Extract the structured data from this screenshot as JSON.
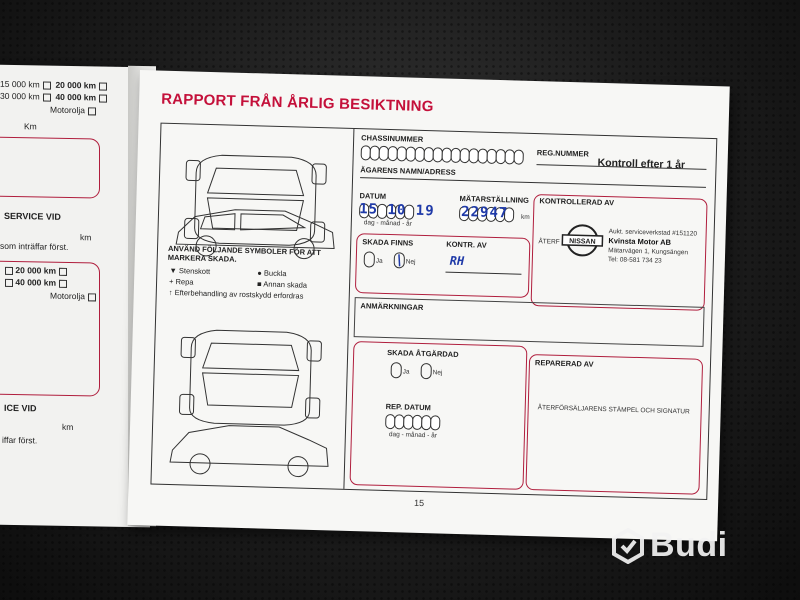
{
  "left_page": {
    "rows_top": [
      {
        "km_a": "15 000 km",
        "km_b": "20 000 km"
      },
      {
        "km_a": "30 000 km",
        "km_b": "40 000 km"
      }
    ],
    "motorolja_1": "Motorolja",
    "km_unit_1": "Km",
    "service_vid_1": "SERVICE VID",
    "km_unit_2": "km",
    "inträffar_1": "som inträffar först.",
    "rows_mid": [
      {
        "km_b": "20 000 km"
      },
      {
        "km_b": "40 000 km"
      }
    ],
    "motorolja_2": "Motorolja",
    "service_vid_2": "ICE VID",
    "km_unit_3": "km",
    "inträffar_2": "iffar först."
  },
  "report": {
    "title": "RAPPORT FRÅN ÅRLIG BESIKTNING",
    "subtitle": "Kontroll efter 1 år",
    "legend_title": "ANVÄND FÖLJANDE SYMBOLER FÖR ATT MARKERA SKADA.",
    "legend": [
      {
        "symbol": "▼",
        "label": "Stenskott"
      },
      {
        "symbol": "+",
        "label": "Repa"
      },
      {
        "symbol": "↑",
        "label": "Efterbehandling av rostskydd erfordras"
      },
      {
        "symbol": "●",
        "label": "Buckla"
      },
      {
        "symbol": "■",
        "label": "Annan skada"
      }
    ],
    "fields": {
      "chassinummer": "CHASSINUMMER",
      "regnummer": "REG.NUMMER",
      "agarens": "ÄGARENS NAMN/ADRESS",
      "datum": "DATUM",
      "datum_hint": "dag - månad - år",
      "matarstallning": "MÄTARSTÄLLNING",
      "km": "km",
      "kontrollerad_av": "KONTROLLERAD AV",
      "skada_finns": "SKADA FINNS",
      "ja": "Ja",
      "nej": "Nej",
      "kontr_av": "KONTR. AV",
      "anmarkningar": "ANMÄRKNINGAR",
      "skada_atgardad": "SKADA ÅTGÄRDAD",
      "ja2": "Ja",
      "nej2": "Nej",
      "reparerad_av": "REPARERAD AV",
      "rep_datum": "REP. DATUM",
      "rep_datum_hint": "dag - månad - år",
      "stamp_hint": "ÅTERFÖRSÄLJARENS STÄMPEL OCH SIGNATUR",
      "aterfors": "ÅTERF"
    },
    "handwritten": {
      "datum": "15 10 19",
      "matarstallning": "22947",
      "kontr_av": "RH"
    },
    "stamp": {
      "brand": "NISSAN",
      "line1": "Aukt. serviceverkstad #151120",
      "line2": "Kvinsta Motor AB",
      "line3": "Mätarvägen 1, Kungsängen",
      "line4": "Tel: 08-581 734 23"
    },
    "page_number": "15"
  },
  "watermark": {
    "text": "Budi"
  },
  "colors": {
    "accent": "#c4103a",
    "ink": "#1f3aa8"
  }
}
